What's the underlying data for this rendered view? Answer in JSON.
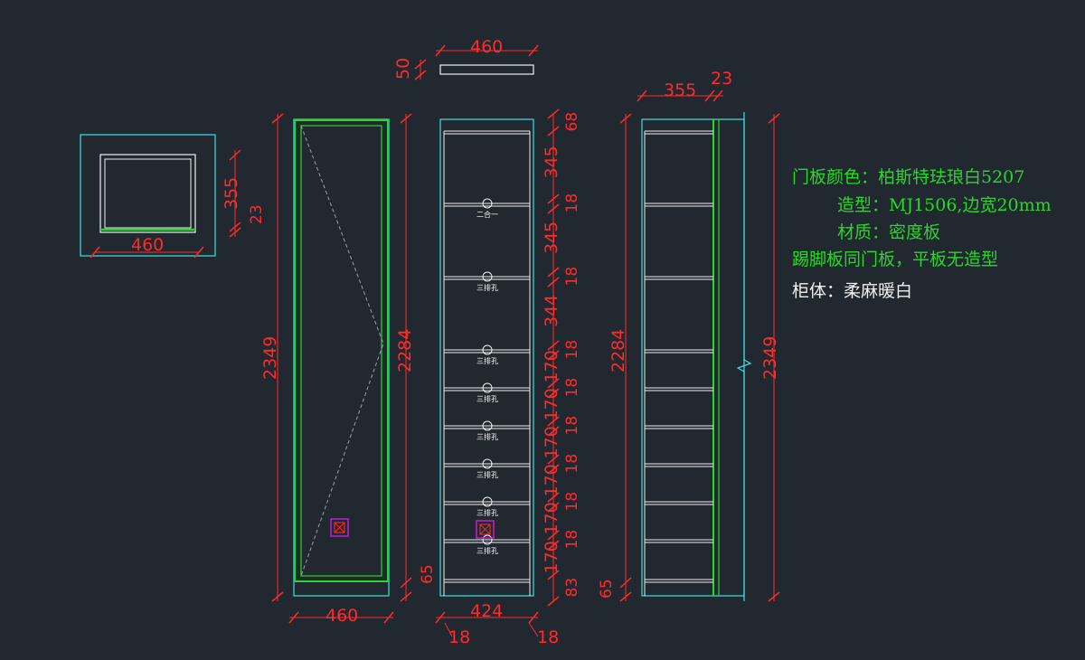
{
  "views": {
    "top_view": {
      "width": "460",
      "depth": "355",
      "panel": "23"
    },
    "door_elevation": {
      "height": "2349",
      "door_height": "2284",
      "kick": "65",
      "width": "460"
    },
    "front_elevation": {
      "top_board_width": "460",
      "top_board_thickness": "50",
      "inner_width": "424",
      "side_left": "18",
      "side_right": "18",
      "right_dims": [
        "68",
        "345",
        "18",
        "345",
        "18",
        "344",
        "18",
        "170",
        "18",
        "170",
        "18",
        "170",
        "18",
        "170",
        "18",
        "170",
        "18",
        "170",
        "83"
      ],
      "shelf_labels": [
        "二合一",
        "三排孔",
        "三排孔",
        "三排孔",
        "三排孔",
        "三排孔",
        "三排孔",
        "三排孔"
      ]
    },
    "side_elevation": {
      "depth": "355",
      "door": "23",
      "inner_height": "2284",
      "kick": "65",
      "height": "2349"
    }
  },
  "notes": {
    "line1": "门板颜色：柏斯特珐琅白5207",
    "line2": "造型：MJ1506,边宽20mm",
    "line3": "材质：密度板",
    "line4": "踢脚板同门板，平板无造型",
    "line5": "柜体：柔麻暖白"
  },
  "colors": {
    "background": "#212830",
    "dimension": "#ff2b2b",
    "cabinet": "#27d927",
    "outline": "#3fe0e0",
    "shelf": "#f0f0f0",
    "marker": "#c81ec8"
  }
}
